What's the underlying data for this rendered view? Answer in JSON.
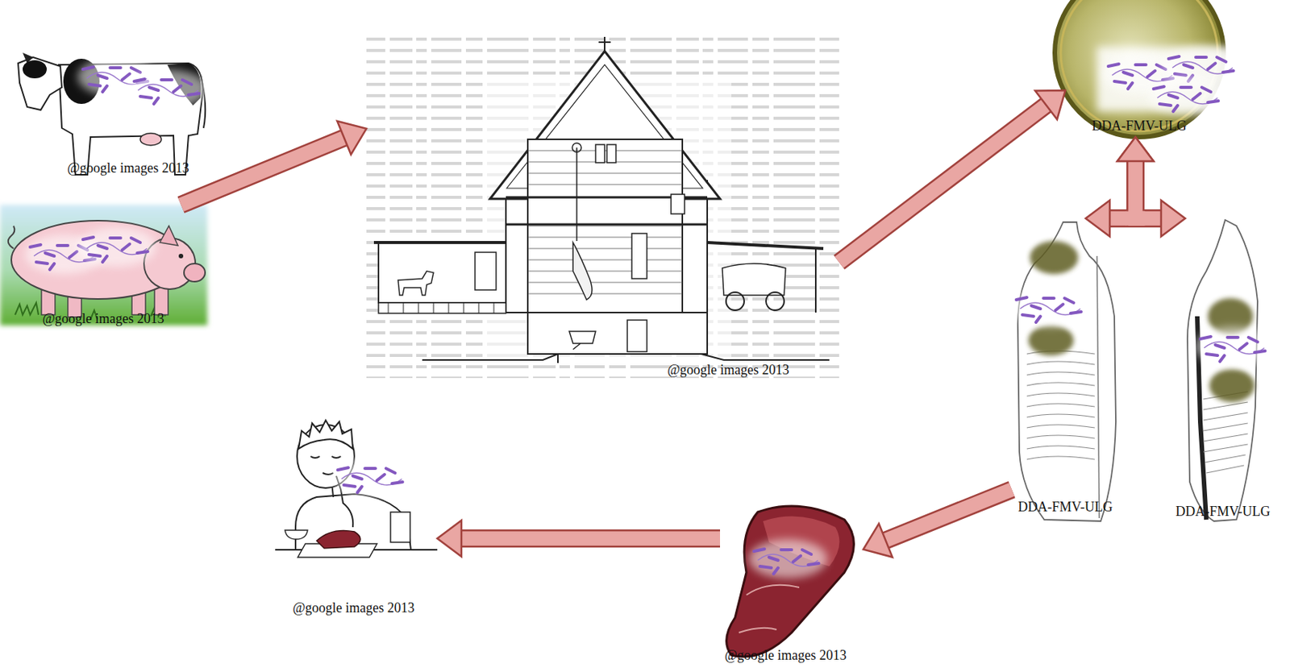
{
  "diagram": {
    "nodes": [
      {
        "text": [
          "@google images 2013"
        ]
      },
      {
        "text": [
          "@google images 2013"
        ]
      },
      {
        "text": [
          "@google images 2013"
        ]
      },
      {
        "text": [
          "DDA-FMV-ULG"
        ]
      },
      {
        "text": [
          "DDA-FMV-ULG"
        ]
      },
      {
        "text": [
          "DDA-FMV-ULG"
        ]
      },
      {
        "text": [
          "@google images 2013"
        ]
      },
      {
        "text": [
          "@google images 2013"
        ]
      }
    ],
    "edges": [
      {
        "from": 1,
        "to": 2,
        "arrow": "to"
      },
      {
        "from": 2,
        "to": 3,
        "arrow": "to"
      },
      {
        "from": 3,
        "to": 4,
        "arrow": "both"
      },
      {
        "from": 3,
        "to": 5,
        "arrow": "both"
      },
      {
        "from": 4,
        "to": 6,
        "arrow": "to"
      },
      {
        "from": 6,
        "to": 7,
        "arrow": "to"
      }
    ]
  }
}
